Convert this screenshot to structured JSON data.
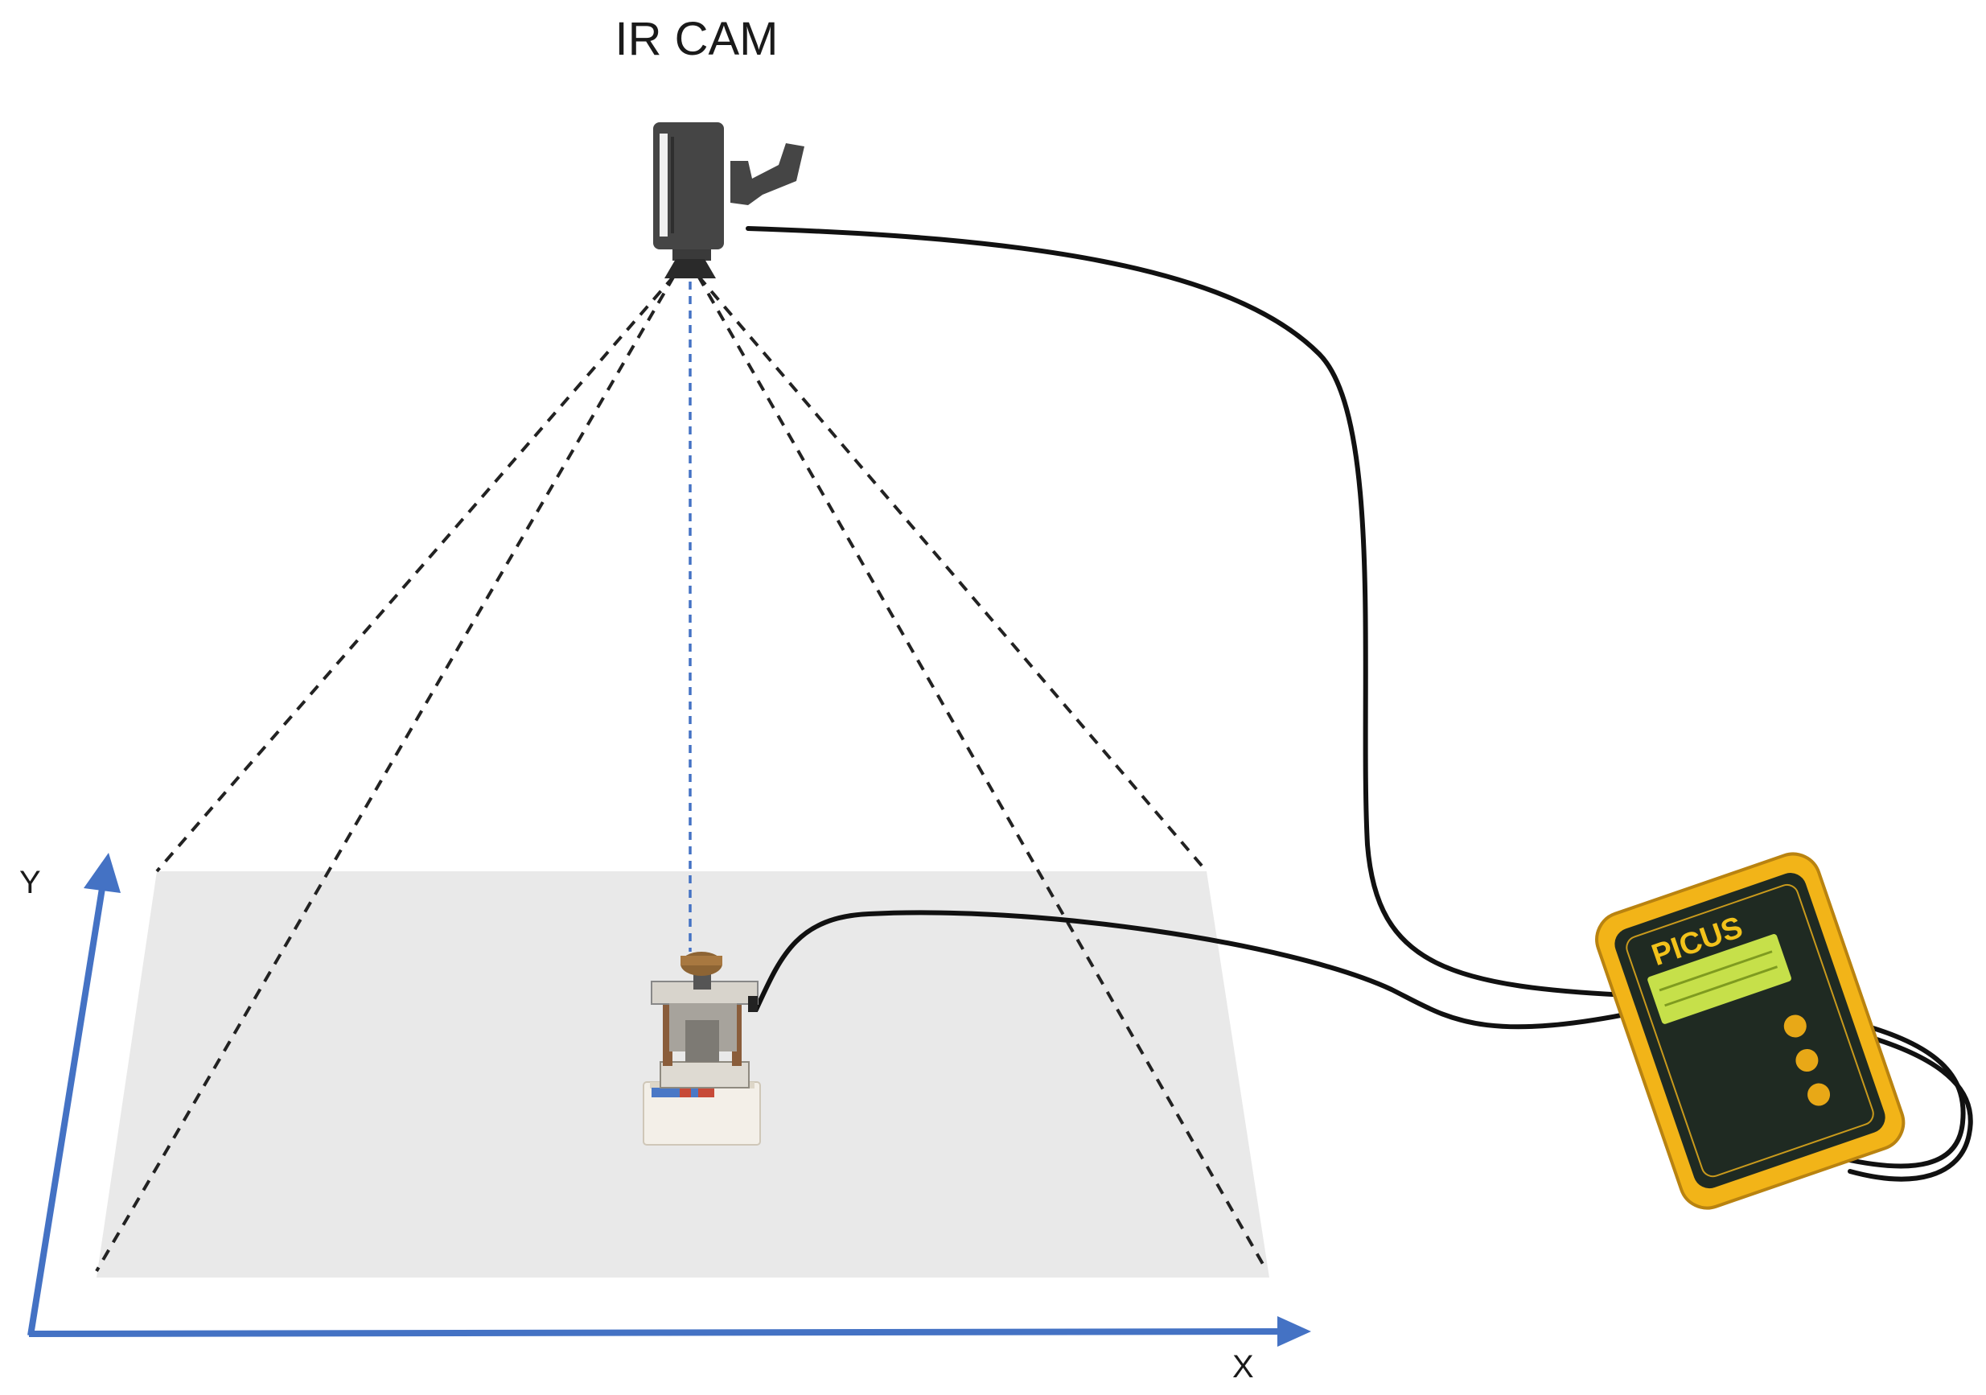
{
  "camera": {
    "label": "IR CAM",
    "icon": "ir-camera-icon"
  },
  "axes": {
    "x_label": "X",
    "y_label": "Y",
    "color": "#4472c4"
  },
  "plane": {
    "color": "#e9e9e9"
  },
  "device": {
    "brand": "PICUS",
    "body_color": "#f2b418",
    "face_color": "#1f2a22",
    "screen_color": "#c6e04a"
  },
  "specimen": {
    "icon": "test-fixture-icon"
  },
  "view_lines": {
    "style": "dashed",
    "center_line_color": "#4472c4"
  }
}
